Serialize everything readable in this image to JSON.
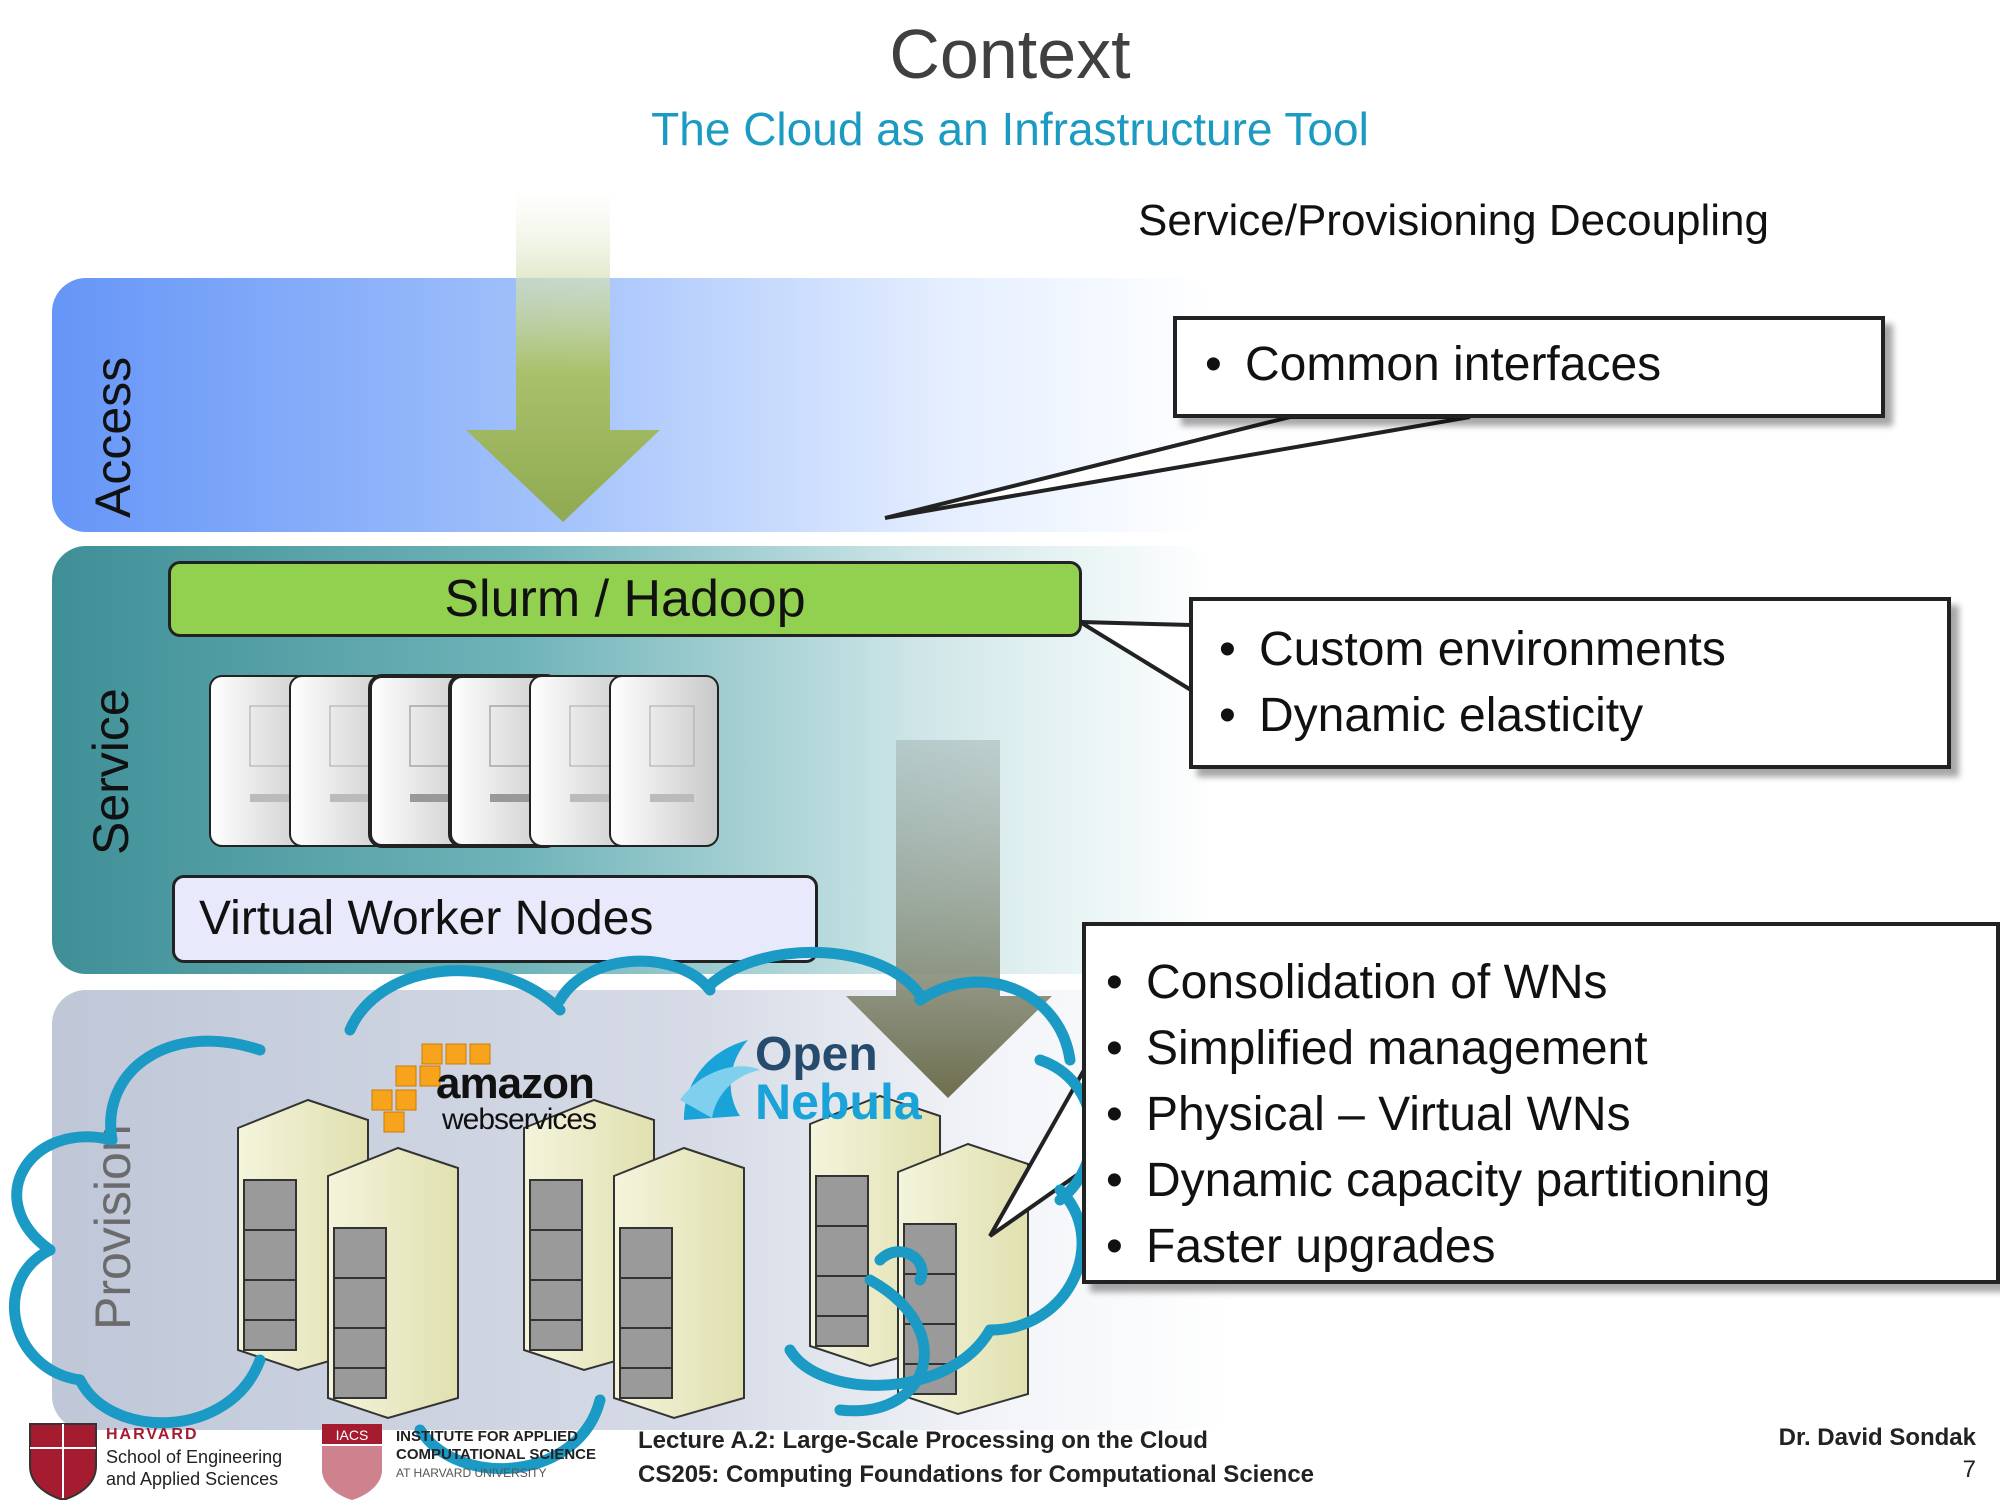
{
  "slide": {
    "title": "Context",
    "subtitle": "The Cloud as an Infrastructure Tool",
    "decoupling_label": "Service/Provisioning Decoupling"
  },
  "layers": {
    "access": "Access",
    "service": "Service",
    "provision": "Provision"
  },
  "service": {
    "scheduler": "Slurm / Hadoop",
    "workers": "Virtual Worker Nodes"
  },
  "callouts": {
    "access": [
      "Common interfaces"
    ],
    "service": [
      "Custom environments",
      "Dynamic elasticity"
    ],
    "provision": [
      "Consolidation of WNs",
      "Simplified management",
      "Physical – Virtual WNs",
      "Dynamic capacity partitioning",
      "Faster upgrades"
    ]
  },
  "logos": {
    "amazon_main": "amazon",
    "amazon_sub": "webservices",
    "opennebula_top": "Open",
    "opennebula_bottom": "Nebula"
  },
  "footer": {
    "harvard_name": "HARVARD",
    "harvard_line1": "School of Engineering",
    "harvard_line2": "and Applied Sciences",
    "iacs_badge": "IACS",
    "iacs_line1": "INSTITUTE FOR APPLIED",
    "iacs_line2": "COMPUTATIONAL SCIENCE",
    "iacs_line3": "AT HARVARD UNIVERSITY",
    "lecture_line1": "Lecture A.2: Large-Scale Processing on the Cloud",
    "lecture_line2": "CS205: Computing Foundations for Computational Science",
    "author": "Dr. David Sondak",
    "page": "7"
  },
  "colors": {
    "title": "#404040",
    "subtitle": "#1b9ac2",
    "access_band": "#6595f7",
    "service_band": "#3f8f97",
    "provision_band": "#bfc7d8",
    "slurm_bar": "#92d050",
    "worker_box": "#e8eafb",
    "cloud_outline": "#1a9ac4",
    "arrow_green": "#8faa52",
    "arrow_olive": "#7a7a58"
  }
}
